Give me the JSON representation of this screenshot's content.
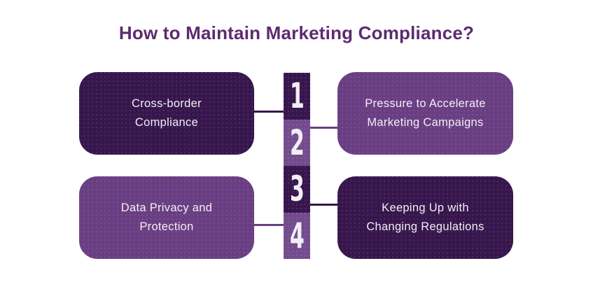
{
  "title": "How to Maintain Marketing Compliance?",
  "colors": {
    "dark_purple": "#36164C",
    "medium_purple": "#6A3E82",
    "segment_light_purple": "#744C8E",
    "title_purple": "#5C2B70",
    "text_light": "#F2EEF5",
    "background": "#FFFFFF"
  },
  "numbers": [
    "1",
    "2",
    "3",
    "4"
  ],
  "boxes": [
    {
      "number": "1",
      "text": "Cross-border\nCompliance",
      "position": "top-left",
      "tone": "dark"
    },
    {
      "number": "2",
      "text": "Pressure to Accelerate\nMarketing Campaigns",
      "position": "top-right",
      "tone": "medium"
    },
    {
      "number": "4",
      "text": "Data Privacy and\nProtection",
      "position": "bottom-left",
      "tone": "medium"
    },
    {
      "number": "3",
      "text": "Keeping Up with\nChanging Regulations",
      "position": "bottom-right",
      "tone": "dark"
    }
  ]
}
